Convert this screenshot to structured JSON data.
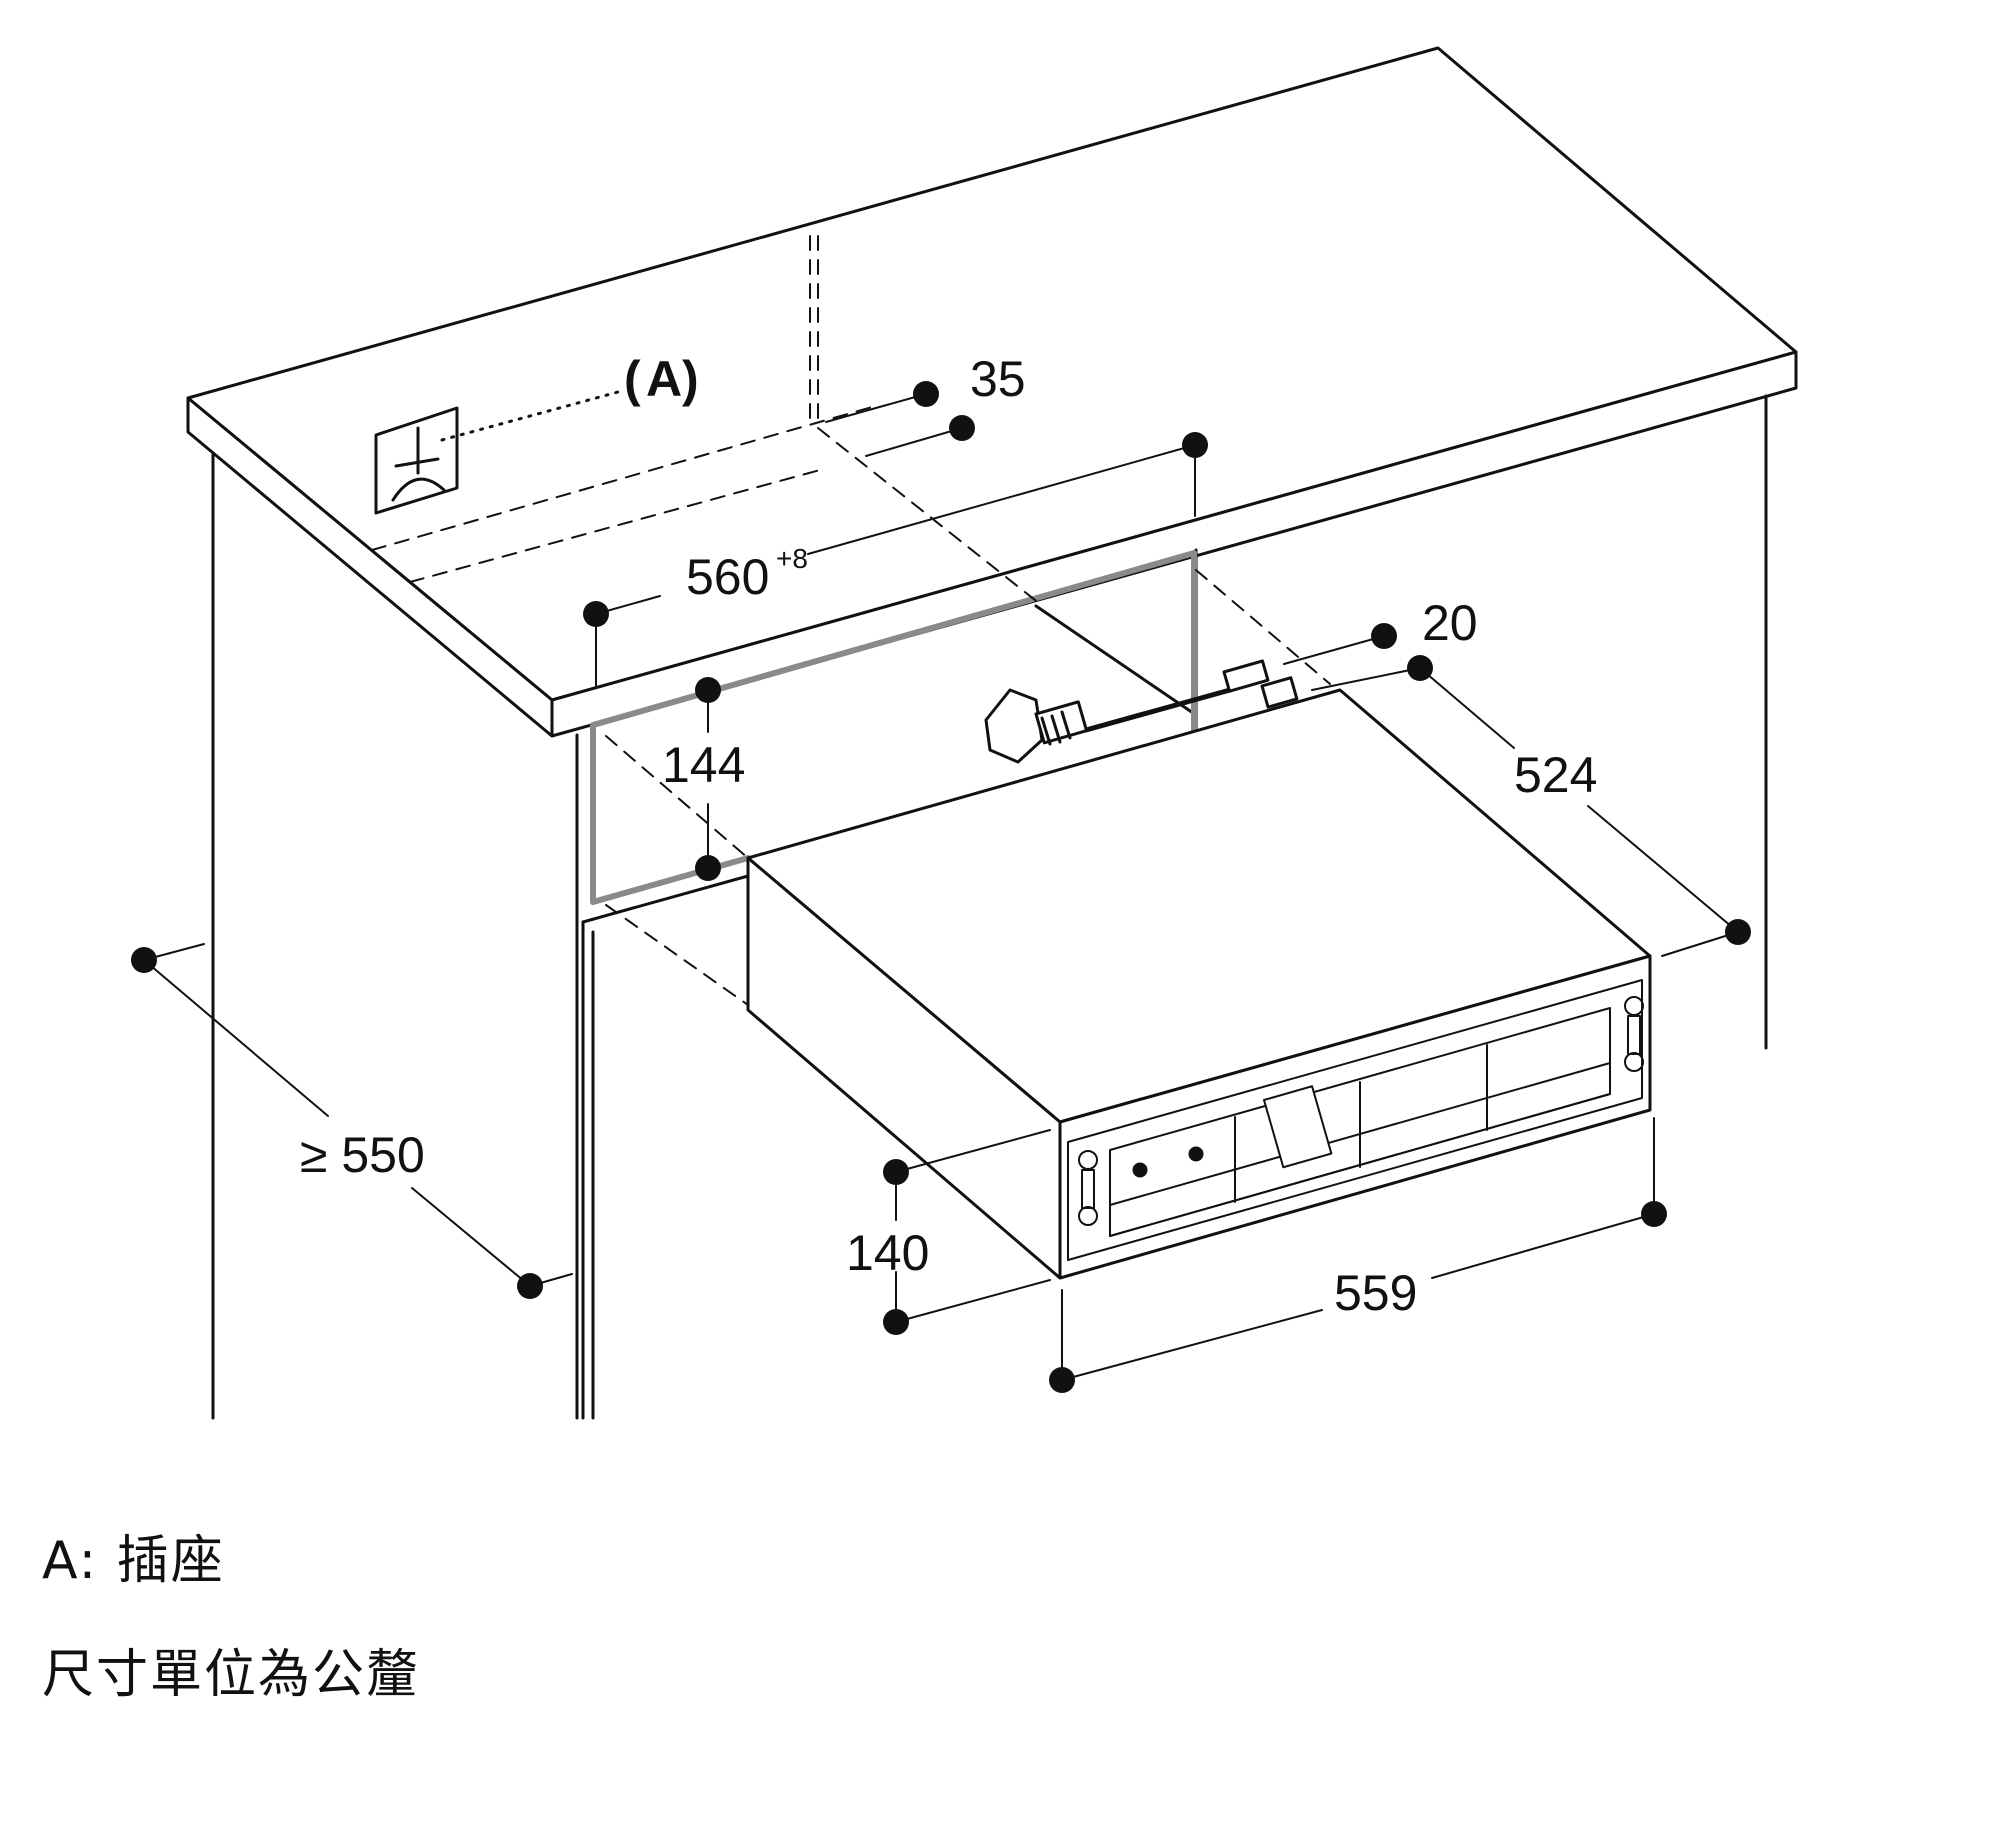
{
  "callout": {
    "label": "A",
    "open": "(",
    "close": ")"
  },
  "dimensions": {
    "d35": "35",
    "d560": "560",
    "d560_tol": "+8",
    "d20": "20",
    "d144": "144",
    "d524": "524",
    "d550": "≥ 550",
    "d140": "140",
    "d559": "559"
  },
  "legend": {
    "line1": "A: 插座",
    "line2": "尺寸單位為公釐"
  }
}
